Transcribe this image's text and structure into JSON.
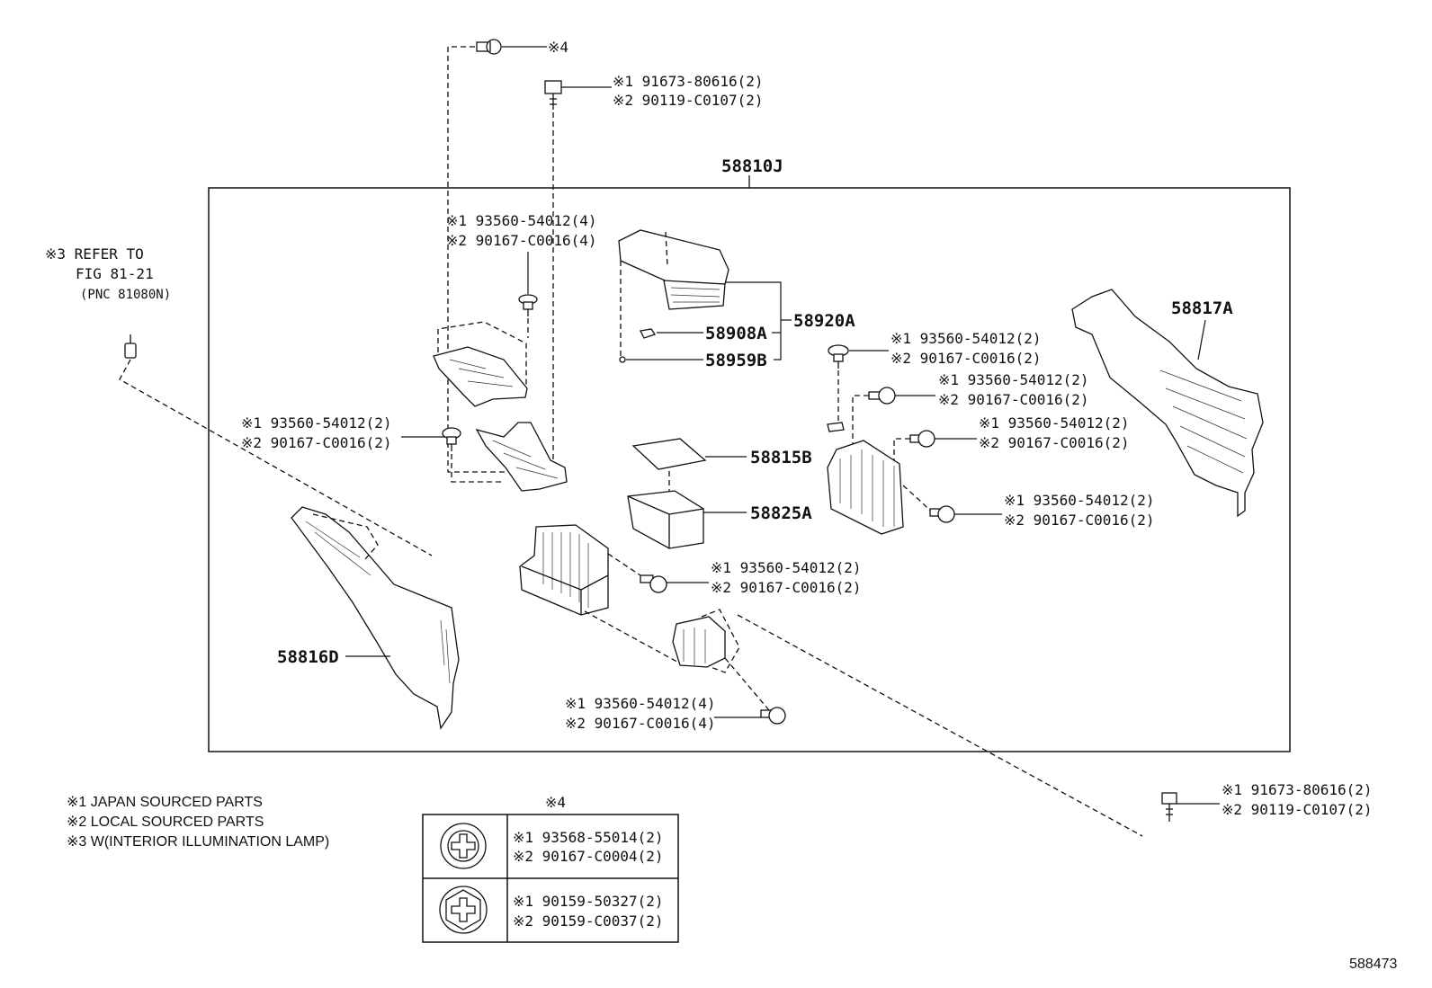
{
  "figure_id": "588473",
  "assembly_label": "58810J",
  "refer": {
    "line1": "※3 REFER TO",
    "line2": "FIG 81-21",
    "line3": "(PNC 81080N)"
  },
  "part_labels": {
    "p58920A": "58920A",
    "p58908A": "58908A",
    "p58959B": "58959B",
    "p58817A": "58817A",
    "p58815B": "58815B",
    "p58825A": "58825A",
    "p58816D": "58816D"
  },
  "callouts": {
    "top_screw_note": "※4",
    "top_bolt": [
      "※1 91673-80616(2)",
      "※2 90119-C0107(2)"
    ],
    "upper_center_screw": [
      "※1 93560-54012(4)",
      "※2 90167-C0016(4)"
    ],
    "left_screw": [
      "※1 93560-54012(2)",
      "※2 90167-C0016(2)"
    ],
    "right_upper_screw": [
      "※1 93560-54012(2)",
      "※2 90167-C0016(2)"
    ],
    "right_mid_screw": [
      "※1 93560-54012(2)",
      "※2 90167-C0016(2)"
    ],
    "right_lower_screw": [
      "※1 93560-54012(2)",
      "※2 90167-C0016(2)"
    ],
    "right_bottom_screw": [
      "※1 93560-54012(2)",
      "※2 90167-C0016(2)"
    ],
    "center_screw": [
      "※1 93560-54012(2)",
      "※2 90167-C0016(2)"
    ],
    "bottom_screw": [
      "※1 93560-54012(4)",
      "※2 90167-C0016(4)"
    ],
    "far_right_bolt": [
      "※1 91673-80616(2)",
      "※2 90119-C0107(2)"
    ]
  },
  "legend": [
    "※1 JAPAN SOURCED PARTS",
    "※2 LOCAL SOURCED PARTS",
    "※3 W(INTERIOR ILLUMINATION LAMP)"
  ],
  "table": {
    "title": "※4",
    "rows": [
      {
        "icon": "round-head-phillips-screw-icon",
        "lines": [
          "※1 93568-55014(2)",
          "※2 90167-C0004(2)"
        ]
      },
      {
        "icon": "hex-head-phillips-screw-icon",
        "lines": [
          "※1 90159-50327(2)",
          "※2 90159-C0037(2)"
        ]
      }
    ]
  }
}
